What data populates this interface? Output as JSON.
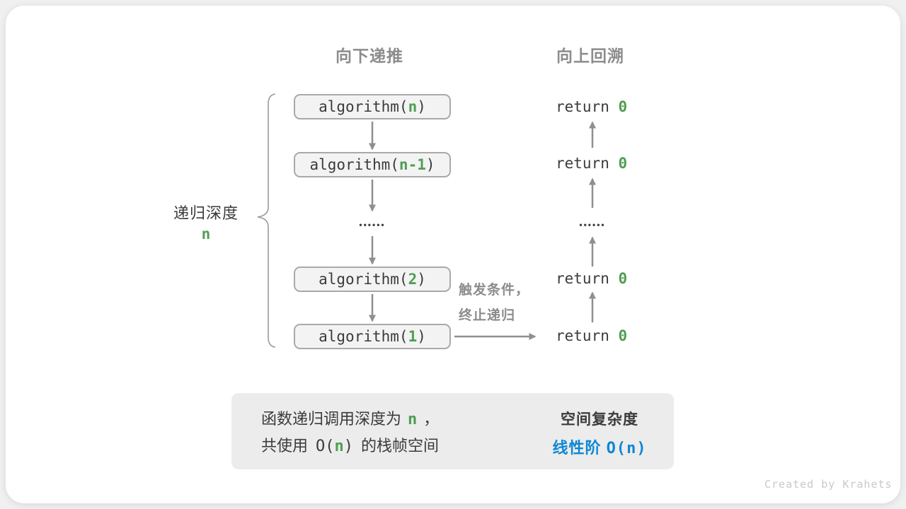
{
  "colors": {
    "green": "#4f9e53",
    "blue": "#0e87d5",
    "gray_label": "#8c8c8c",
    "dark_text": "#3b3b3b",
    "box_fill": "#f3f3f3",
    "box_border": "#a9a9a9",
    "arrow_gray": "#8f8f8f",
    "summary_bg": "#ececec"
  },
  "headers": {
    "descend": "向下递推",
    "backtrack": "向上回溯"
  },
  "depth": {
    "label": "递归深度",
    "value": "n"
  },
  "stack": {
    "fn": "algorithm(",
    "close": ")",
    "frames": [
      {
        "arg": "n"
      },
      {
        "arg": "n-1"
      },
      {
        "arg": "2"
      },
      {
        "arg": "1"
      }
    ]
  },
  "returns": {
    "keyword": "return ",
    "value": "0"
  },
  "ellipsis": "••••••",
  "trigger": {
    "line1": "触发条件，",
    "line2": "终止递归"
  },
  "summary": {
    "line1_prefix": "函数递归调用深度为",
    "line1_var": "n",
    "line1_suffix": "，",
    "line2_prefix": "共使用",
    "line2_big_o": "O(",
    "line2_var": "n",
    "line2_close": ")",
    "line2_suffix": "的栈帧空间",
    "result_title": "空间复杂度",
    "result_order": "线性阶 ",
    "result_big_o": "O(",
    "result_var": "n",
    "result_close": ")"
  },
  "credit": "Created by Krahets"
}
